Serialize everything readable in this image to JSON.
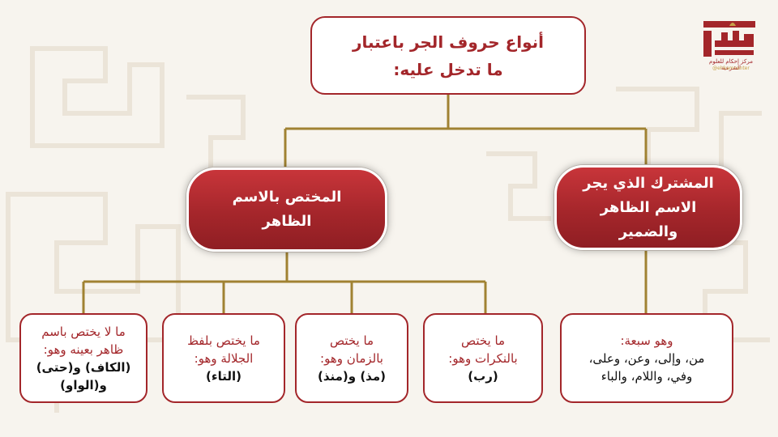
{
  "root": {
    "line1": "أنواع حروف الجر باعتبار",
    "line2": "ما تدخل عليه:"
  },
  "categories": {
    "specific": {
      "line1": "المختص بالاسم",
      "line2": "الظاهر"
    },
    "common": {
      "line1": "المشترك الذي يجر",
      "line2": "الاسم الظاهر",
      "line3": "والضمير"
    }
  },
  "leaves": {
    "not_specific": {
      "line1": "ما لا يختص باسم",
      "line2": "ظاهر بعينه وهو:",
      "line3": "(الكاف) و(حتى)",
      "line4": "و(الواو)"
    },
    "majesty": {
      "line1": "ما يختص بلفظ",
      "line2": "الجلالة وهو:",
      "line3": "(التاء)"
    },
    "time": {
      "line1": "ما يختص",
      "line2": "بالزمان وهو:",
      "line3": "(مذ) و(منذ)"
    },
    "indefinite": {
      "line1": "ما يختص",
      "line2": "بالنكرات وهو:",
      "line3": "(رب)"
    },
    "seven": {
      "line1": "وهو سبعة:",
      "line2": "من، وإلى، وعن، وعلى،",
      "line3": "وفي، واللام، والباء"
    }
  },
  "logo": {
    "name": "إحكام",
    "subtitle": "مركز إحكام للعلوم الشرعية",
    "handle": "@ehkamcenter"
  },
  "colors": {
    "accent": "#a3262a",
    "connector": "#a08232",
    "background": "#f7f4ee"
  }
}
